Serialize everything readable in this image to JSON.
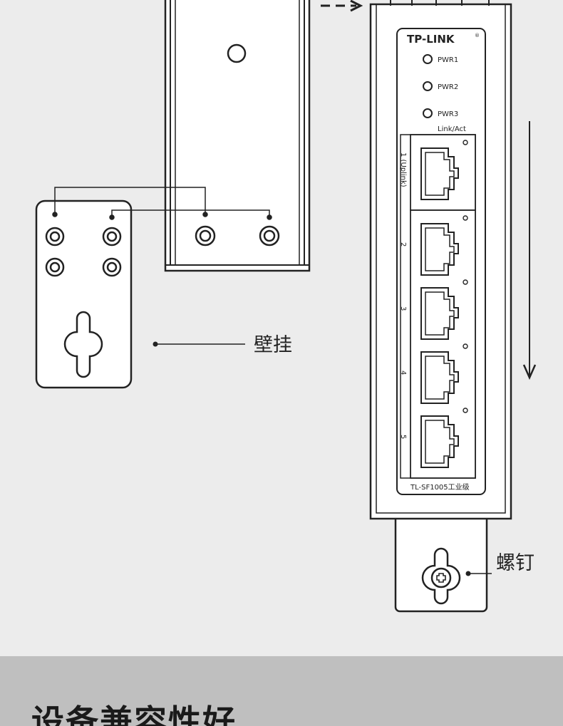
{
  "device": {
    "brand": "TP-LINK",
    "brand_mark": "®",
    "leds": [
      {
        "label": "PWR1"
      },
      {
        "label": "PWR2"
      },
      {
        "label": "PWR3"
      }
    ],
    "port_header": "Link/Act",
    "ports": [
      {
        "label": "1 (Uplink)"
      },
      {
        "label": "2"
      },
      {
        "label": "3"
      },
      {
        "label": "4"
      },
      {
        "label": "5"
      }
    ],
    "model": "TL-SF1005工业级"
  },
  "callouts": {
    "wall_mount": "壁挂",
    "screw": "螺钉"
  },
  "section": {
    "heading": "设备兼容性好"
  },
  "colors": {
    "background": "#ececec",
    "line": "#222222",
    "band": "#bfbfbf"
  }
}
